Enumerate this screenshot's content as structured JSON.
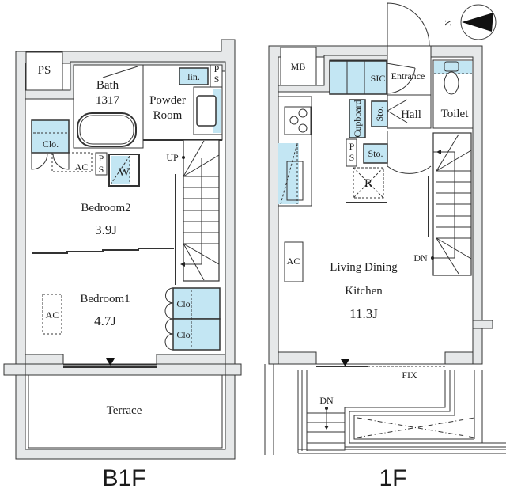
{
  "floors": [
    {
      "name": "B1F",
      "rooms": [
        {
          "id": "ps",
          "label": "PS"
        },
        {
          "id": "bath",
          "label": "Bath",
          "sub": "1317"
        },
        {
          "id": "powder",
          "label": "Powder",
          "sub": "Room"
        },
        {
          "id": "lin",
          "label": "lin."
        },
        {
          "id": "ps2",
          "label": "P",
          "sub": "S"
        },
        {
          "id": "clo",
          "label": "Clo."
        },
        {
          "id": "ac",
          "label": "AC"
        },
        {
          "id": "ps3",
          "label": "P",
          "sub": "S"
        },
        {
          "id": "w",
          "label": "W"
        },
        {
          "id": "up",
          "label": "UP"
        },
        {
          "id": "bedroom2",
          "label": "Bedroom2",
          "size": "3.9J"
        },
        {
          "id": "bedroom1",
          "label": "Bedroom1",
          "size": "4.7J"
        },
        {
          "id": "ac2",
          "label": "AC"
        },
        {
          "id": "clo2",
          "label": "Clo"
        },
        {
          "id": "clo3",
          "label": "Clo"
        },
        {
          "id": "terrace",
          "label": "Terrace"
        }
      ]
    },
    {
      "name": "1F",
      "rooms": [
        {
          "id": "mb",
          "label": "MB"
        },
        {
          "id": "sic",
          "label": "SIC"
        },
        {
          "id": "entrance",
          "label": "Entrance"
        },
        {
          "id": "toilet",
          "label": "Toilet"
        },
        {
          "id": "cupboard",
          "label": "Cupboard"
        },
        {
          "id": "sto1",
          "label": "Sto."
        },
        {
          "id": "hall",
          "label": "Hall"
        },
        {
          "id": "ps",
          "label": "P",
          "sub": "S"
        },
        {
          "id": "sto2",
          "label": "Sto."
        },
        {
          "id": "r",
          "label": "R"
        },
        {
          "id": "ac",
          "label": "AC"
        },
        {
          "id": "dn",
          "label": "DN"
        },
        {
          "id": "ldk",
          "label": "Living Dining",
          "sub": "Kitchen",
          "size": "11.3J"
        },
        {
          "id": "fix",
          "label": "FIX"
        },
        {
          "id": "dn2",
          "label": "DN"
        }
      ]
    }
  ],
  "compass": {
    "north_label": "N"
  },
  "colors": {
    "wall": "#e6e8e9",
    "storage": "#c3e6f3",
    "line": "#333333"
  }
}
